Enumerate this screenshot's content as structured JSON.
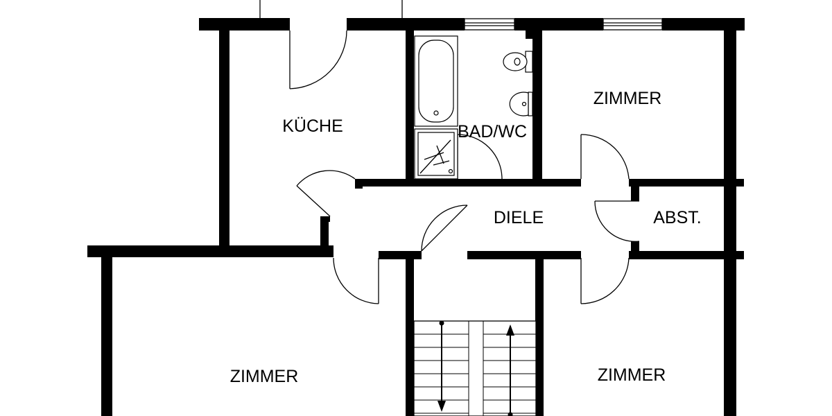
{
  "rooms": {
    "kitchen": "KÜCHE",
    "bath": "BAD/WC",
    "room_top_right": "ZIMMER",
    "hall": "DIELE",
    "storage": "ABST.",
    "room_bottom_left": "ZIMMER",
    "room_bottom_right": "ZIMMER"
  },
  "colors": {
    "wall": "#000000",
    "background": "#ffffff"
  }
}
